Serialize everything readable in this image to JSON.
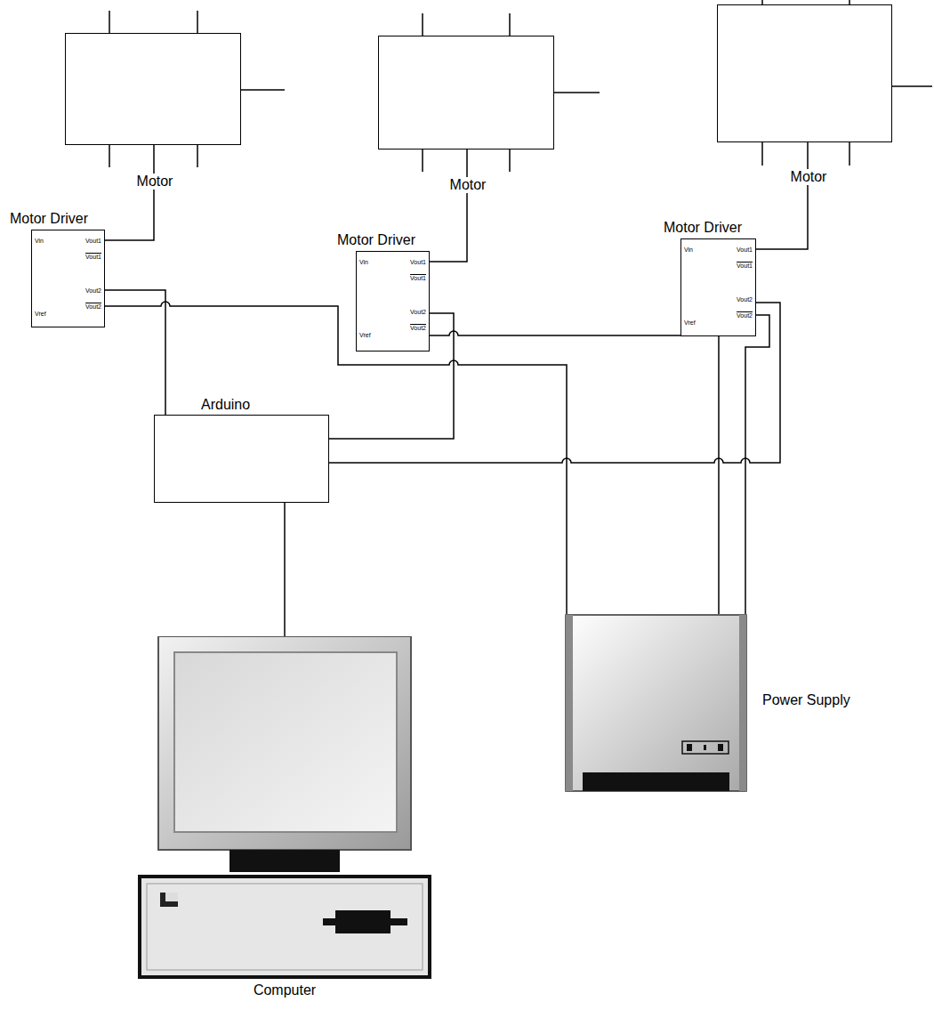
{
  "diagram": {
    "nodes": [
      {
        "text": [
          "Motor"
        ]
      },
      {
        "text": [
          "Motor"
        ]
      },
      {
        "text": [
          "Motor"
        ]
      },
      {
        "text": [
          "Motor Driver"
        ]
      },
      {
        "text": [
          "Motor Driver"
        ]
      },
      {
        "text": [
          "Motor Driver"
        ]
      },
      {
        "text": [
          "Arduino"
        ]
      },
      {
        "text": [
          "Computer"
        ]
      },
      {
        "text": [
          "Power Supply"
        ]
      }
    ],
    "edges": [
      {
        "from": 3,
        "to": 0,
        "arrow": "none"
      },
      {
        "from": 4,
        "to": 1,
        "arrow": "none"
      },
      {
        "from": 5,
        "to": 2,
        "arrow": "none"
      },
      {
        "from": 3,
        "to": 6,
        "arrow": "none"
      },
      {
        "from": 4,
        "to": 6,
        "arrow": "none"
      },
      {
        "from": 5,
        "to": 6,
        "arrow": "none"
      },
      {
        "from": 3,
        "to": 8,
        "arrow": "none"
      },
      {
        "from": 4,
        "to": 8,
        "arrow": "none"
      },
      {
        "from": 5,
        "to": 8,
        "arrow": "none"
      },
      {
        "from": 6,
        "to": 7,
        "arrow": "none"
      }
    ],
    "labels": [
      "Vin",
      "Vout1",
      "Vout1",
      "Vout2",
      "Vout2",
      "Vref",
      "Vin",
      "Vout1",
      "Vout1",
      "Vout2",
      "Vout2",
      "Vref",
      "Vin",
      "Vout1",
      "Vout1",
      "Vout2",
      "Vout2",
      "Vref"
    ]
  }
}
